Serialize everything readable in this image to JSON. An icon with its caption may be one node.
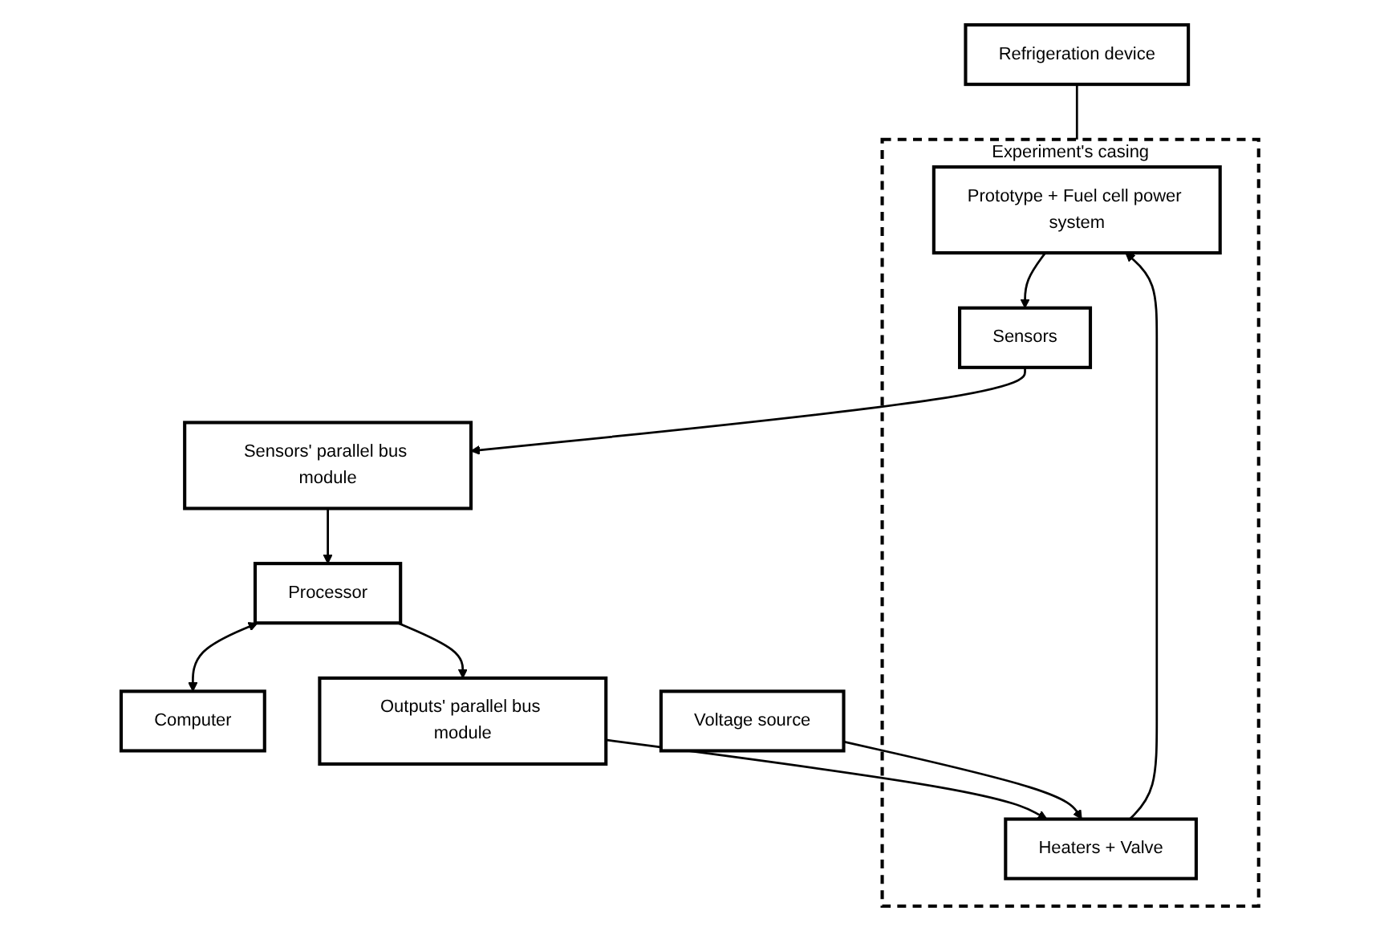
{
  "diagram": {
    "nodes": [
      {
        "text": [
          "Experiment's casing"
        ]
      },
      {
        "text": [
          "Refrigeration device"
        ]
      },
      {
        "text": [
          "Prototype + Fuel cell power system"
        ],
        "in": 0
      },
      {
        "text": [
          "Sensors"
        ],
        "in": 0
      },
      {
        "text": [
          "Heaters + Valve"
        ],
        "in": 0
      },
      {
        "text": [
          "Computer"
        ]
      },
      {
        "text": [
          "Processor"
        ]
      },
      {
        "text": [
          "Sensors' parallel bus module"
        ]
      },
      {
        "text": [
          "Outputs' parallel bus module"
        ]
      },
      {
        "text": [
          "Voltage source"
        ]
      }
    ],
    "edges": [
      {
        "from": 1,
        "to": 0,
        "arrow": "none"
      },
      {
        "from": 2,
        "to": 3,
        "arrow": "to"
      },
      {
        "from": 3,
        "to": 7,
        "arrow": "to"
      },
      {
        "from": 7,
        "to": 6,
        "arrow": "to"
      },
      {
        "from": 5,
        "to": 6,
        "arrow": "both"
      },
      {
        "from": 6,
        "to": 8,
        "arrow": "to"
      },
      {
        "from": 8,
        "to": 4,
        "arrow": "to"
      },
      {
        "from": 4,
        "to": 2,
        "arrow": "to"
      },
      {
        "from": 9,
        "to": 4,
        "arrow": "to"
      }
    ]
  }
}
